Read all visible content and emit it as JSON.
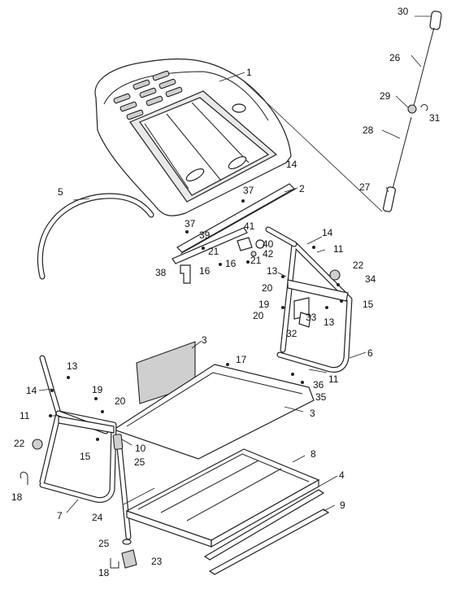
{
  "callouts": [
    {
      "id": "c1",
      "text": "1"
    },
    {
      "id": "c2",
      "text": "2"
    },
    {
      "id": "c3a",
      "text": "3"
    },
    {
      "id": "c3b",
      "text": "3"
    },
    {
      "id": "c4",
      "text": "4"
    },
    {
      "id": "c5",
      "text": "5"
    },
    {
      "id": "c6",
      "text": "6"
    },
    {
      "id": "c7",
      "text": "7"
    },
    {
      "id": "c8",
      "text": "8"
    },
    {
      "id": "c9",
      "text": "9"
    },
    {
      "id": "c10",
      "text": "10"
    },
    {
      "id": "c11a",
      "text": "11"
    },
    {
      "id": "c11b",
      "text": "11"
    },
    {
      "id": "c11c",
      "text": "11"
    },
    {
      "id": "c13a",
      "text": "13"
    },
    {
      "id": "c13b",
      "text": "13"
    },
    {
      "id": "c13c",
      "text": "13"
    },
    {
      "id": "c14a",
      "text": "14"
    },
    {
      "id": "c14b",
      "text": "14"
    },
    {
      "id": "c14c",
      "text": "14"
    },
    {
      "id": "c15a",
      "text": "15"
    },
    {
      "id": "c15b",
      "text": "15"
    },
    {
      "id": "c16a",
      "text": "16"
    },
    {
      "id": "c16b",
      "text": "16"
    },
    {
      "id": "c17",
      "text": "17"
    },
    {
      "id": "c18a",
      "text": "18"
    },
    {
      "id": "c18b",
      "text": "18"
    },
    {
      "id": "c19a",
      "text": "19"
    },
    {
      "id": "c19b",
      "text": "19"
    },
    {
      "id": "c20a",
      "text": "20"
    },
    {
      "id": "c20b",
      "text": "20"
    },
    {
      "id": "c20c",
      "text": "20"
    },
    {
      "id": "c21a",
      "text": "21"
    },
    {
      "id": "c21b",
      "text": "21"
    },
    {
      "id": "c22a",
      "text": "22"
    },
    {
      "id": "c22b",
      "text": "22"
    },
    {
      "id": "c23",
      "text": "23"
    },
    {
      "id": "c24",
      "text": "24"
    },
    {
      "id": "c25a",
      "text": "25"
    },
    {
      "id": "c25b",
      "text": "25"
    },
    {
      "id": "c26",
      "text": "26"
    },
    {
      "id": "c27",
      "text": "27"
    },
    {
      "id": "c28",
      "text": "28"
    },
    {
      "id": "c29",
      "text": "29"
    },
    {
      "id": "c30",
      "text": "30"
    },
    {
      "id": "c31",
      "text": "31"
    },
    {
      "id": "c32",
      "text": "32"
    },
    {
      "id": "c33",
      "text": "33"
    },
    {
      "id": "c34",
      "text": "34"
    },
    {
      "id": "c35",
      "text": "35"
    },
    {
      "id": "c36",
      "text": "36"
    },
    {
      "id": "c37a",
      "text": "37"
    },
    {
      "id": "c37b",
      "text": "37"
    },
    {
      "id": "c38",
      "text": "38"
    },
    {
      "id": "c39",
      "text": "39"
    },
    {
      "id": "c40",
      "text": "40"
    },
    {
      "id": "c41",
      "text": "41"
    },
    {
      "id": "c42",
      "text": "42"
    }
  ]
}
